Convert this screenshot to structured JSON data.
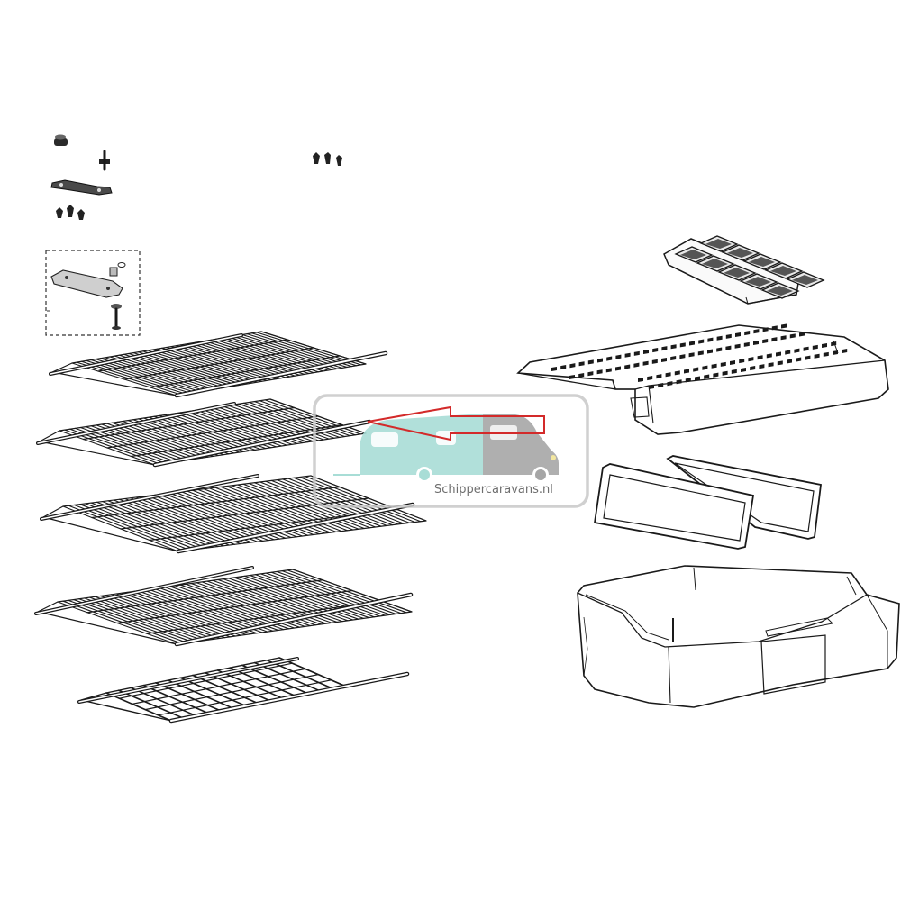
{
  "watermark": {
    "text": "Schippercaravans.nl",
    "logo": "caravan-and-camper-van-logo",
    "colors": {
      "caravan": "#a8ddd6",
      "camper": "#a6a6a6",
      "frame": "#c8c8c8",
      "text": "#6e6e6e"
    }
  },
  "highlight_arrow": {
    "icon": "red-outline-arrow-left",
    "color": "#d32a2a"
  },
  "parts": [
    {
      "name": "hinge-cap",
      "icon": "cap-icon"
    },
    {
      "name": "hinge-screw",
      "icon": "screw-icon"
    },
    {
      "name": "hinge-plate",
      "icon": "plate-icon"
    },
    {
      "name": "hinge-screws-set",
      "icon": "screws-icon"
    },
    {
      "name": "top-screws-set",
      "icon": "screws-icon"
    },
    {
      "name": "hinge-kit",
      "icon": "kit-icon"
    },
    {
      "name": "wire-shelf",
      "count": 5,
      "icon": "wire-shelf-icon"
    },
    {
      "name": "ice-cube-tray",
      "icon": "ice-tray-icon"
    },
    {
      "name": "freezer-compartment-lid",
      "icon": "lid-icon"
    },
    {
      "name": "crisper-glass-panel",
      "count": 2,
      "icon": "glass-panel-icon"
    },
    {
      "name": "vegetable-crisper-drawer",
      "icon": "crisper-drawer-icon"
    }
  ]
}
